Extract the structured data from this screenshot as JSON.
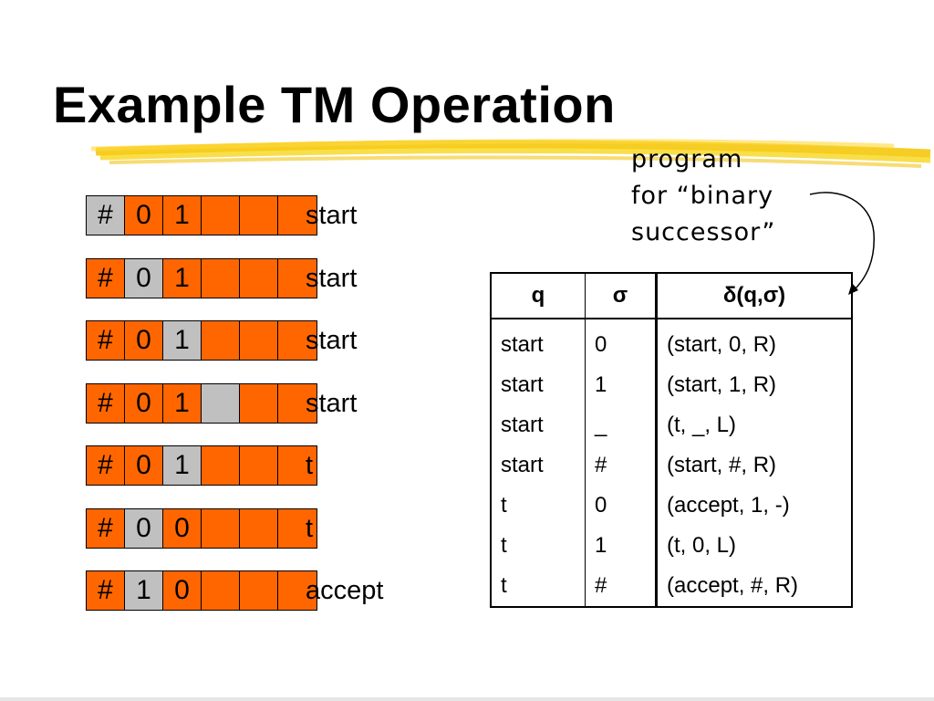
{
  "title": "Example TM Operation",
  "colors": {
    "tape_cell": "#ff6600",
    "head_cell": "#c0c0c0",
    "highlight": "#f5c400"
  },
  "caption": [
    "program",
    "for “binary",
    "successor”"
  ],
  "tapes": [
    {
      "cells": [
        "#",
        "0",
        "1",
        "",
        "",
        ""
      ],
      "head": 0,
      "state": "start"
    },
    {
      "cells": [
        "#",
        "0",
        "1",
        "",
        "",
        ""
      ],
      "head": 1,
      "state": "start"
    },
    {
      "cells": [
        "#",
        "0",
        "1",
        "",
        "",
        ""
      ],
      "head": 2,
      "state": "start"
    },
    {
      "cells": [
        "#",
        "0",
        "1",
        "",
        "",
        ""
      ],
      "head": 3,
      "state": "start"
    },
    {
      "cells": [
        "#",
        "0",
        "1",
        "",
        "",
        ""
      ],
      "head": 2,
      "state": "t"
    },
    {
      "cells": [
        "#",
        "0",
        "0",
        "",
        "",
        ""
      ],
      "head": 1,
      "state": "t"
    },
    {
      "cells": [
        "#",
        "1",
        "0",
        "",
        "",
        ""
      ],
      "head": 1,
      "state": "accept"
    }
  ],
  "table": {
    "headers": [
      "q",
      "σ",
      "δ(q,σ)"
    ],
    "rows": [
      [
        "start",
        "0",
        "(start, 0, R)"
      ],
      [
        "start",
        "1",
        "(start, 1, R)"
      ],
      [
        "start",
        "_",
        "(t, _, L)"
      ],
      [
        "start",
        "#",
        "(start, #, R)"
      ],
      [
        "t",
        "0",
        "(accept, 1, -)"
      ],
      [
        "t",
        "1",
        "(t, 0, L)"
      ],
      [
        "t",
        "#",
        "(accept, #, R)"
      ]
    ]
  }
}
